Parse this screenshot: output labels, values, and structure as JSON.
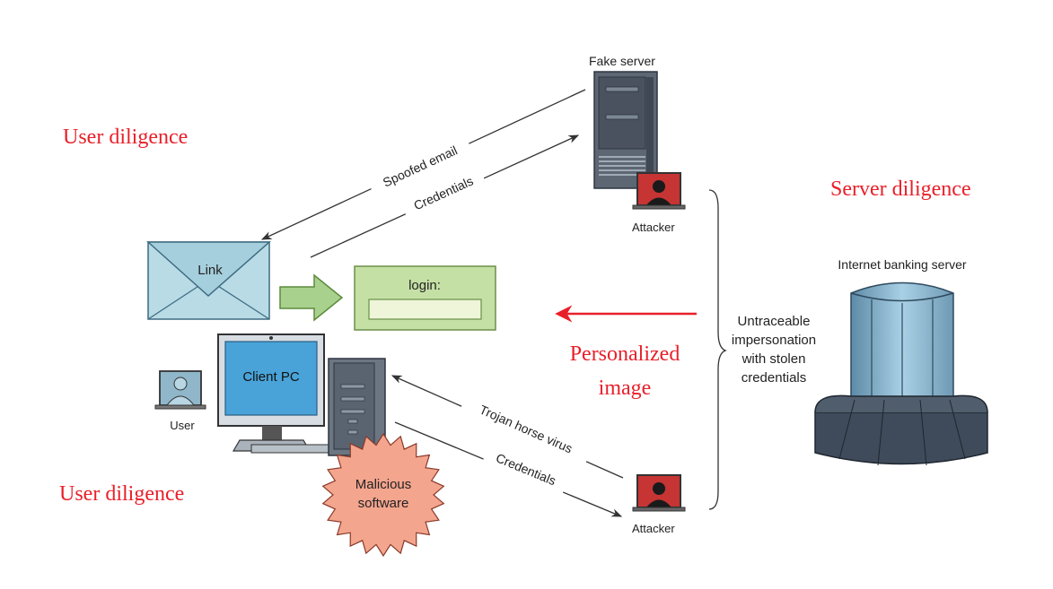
{
  "colors": {
    "red": "#e8202a",
    "envelope": "#b8dbe6",
    "green_arrow": "#a9d18e",
    "login_panel": "#c5e0a5",
    "login_field": "#eef5d8",
    "monitor_screen": "#49a3d8",
    "starburst": "#f4a58e",
    "server_gray": "#596573",
    "bank_blue": "#a3c9de",
    "attacker_screen": "#d94040"
  },
  "labels": {
    "user_diligence_top": "User diligence",
    "user_diligence_bottom": "User diligence",
    "server_diligence": "Server diligence",
    "fake_server": "Fake server",
    "attacker_top": "Attacker",
    "attacker_bottom": "Attacker",
    "spoofed_email": "Spoofed email",
    "credentials_top": "Credentials",
    "credentials_bottom": "Credentials",
    "trojan": "Trojan horse virus",
    "link": "Link",
    "login": "login:",
    "client_pc": "Client PC",
    "user": "User",
    "malicious_line1": "Malicious",
    "malicious_line2": "software",
    "personalized_line1": "Personalized",
    "personalized_line2": "image",
    "untraceable_line1": "Untraceable",
    "untraceable_line2": "impersonation",
    "untraceable_line3": "with stolen",
    "untraceable_line4": "credentials",
    "banking_server": "Internet banking server"
  }
}
